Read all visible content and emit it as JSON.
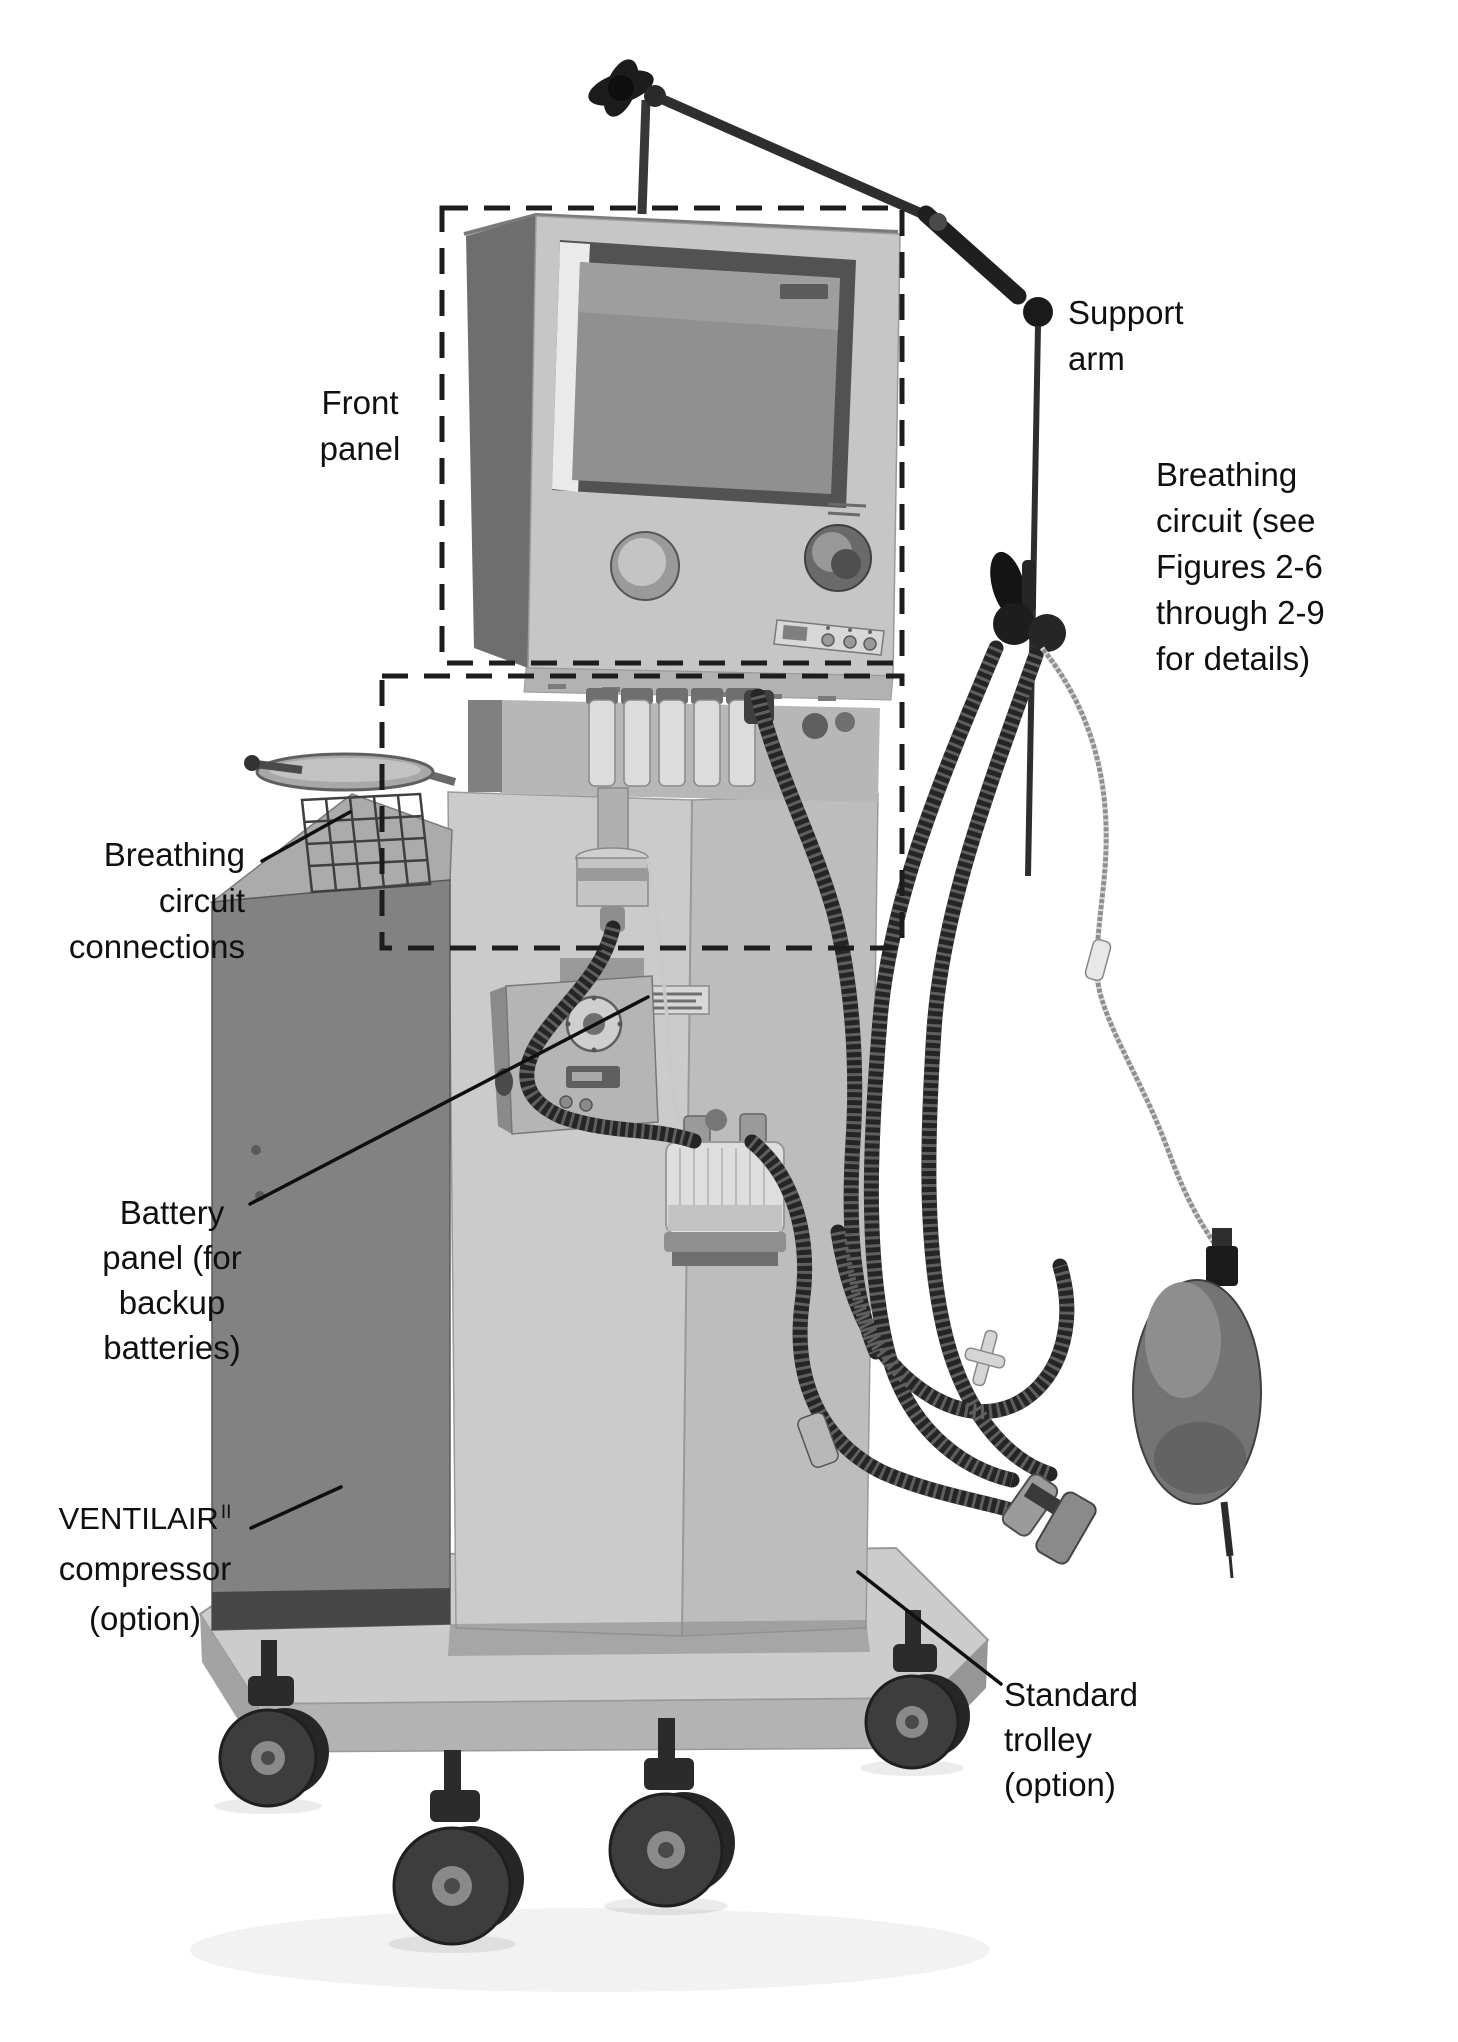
{
  "figure": {
    "type": "labeled-equipment-diagram",
    "subject": "Mechanical ventilator on trolley with support arm, breathing circuit, humidifier, compressor and test lung",
    "palette": {
      "background": "#ffffff",
      "label_text": "#101010",
      "dashed_outline": "#1d1d1d",
      "machine_light_gray": "#c6c6c6",
      "machine_mid_gray": "#8a8a8a",
      "machine_dark_gray": "#2e2e2e"
    }
  },
  "labels": {
    "front_panel": {
      "lines": [
        "Front",
        "panel"
      ]
    },
    "support_arm": {
      "lines": [
        "Support",
        "arm"
      ]
    },
    "breathing_circuit": {
      "lines": [
        "Breathing",
        "circuit (see",
        "Figures 2-6",
        "through 2-9",
        "for details)"
      ]
    },
    "breathing_circuit_connections": {
      "lines": [
        "Breathing",
        "circuit",
        "connections"
      ]
    },
    "battery_panel": {
      "lines": [
        "Battery",
        "panel (for",
        "backup",
        "batteries)"
      ]
    },
    "ventilair_compressor": {
      "brand": "VENTILAIR",
      "superscript": "II",
      "lines": [
        "compressor",
        "(option)"
      ]
    },
    "standard_trolley": {
      "lines": [
        "Standard",
        "trolley",
        "(option)"
      ]
    }
  }
}
